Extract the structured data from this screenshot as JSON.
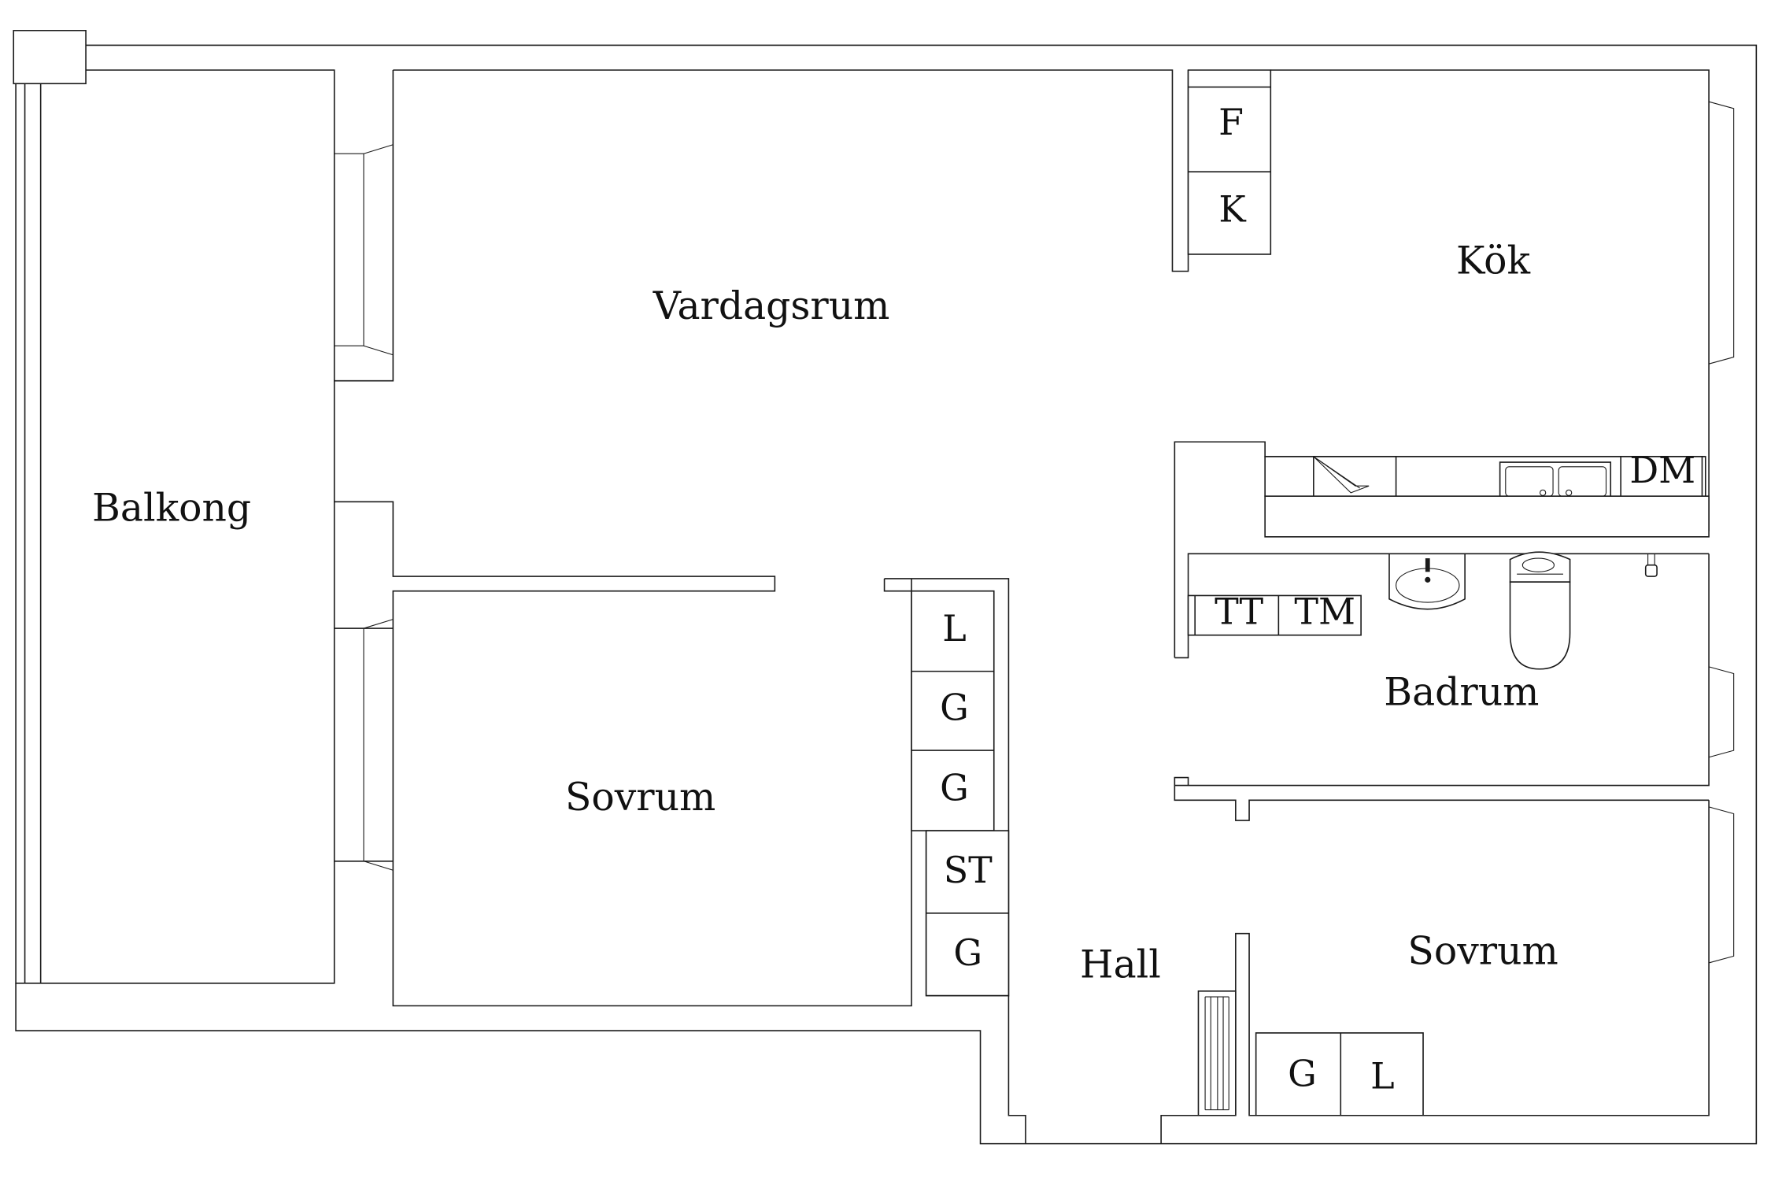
{
  "rooms": {
    "balkong": "Balkong",
    "vardagsrum": "Vardagsrum",
    "kok": "Kök",
    "badrum": "Badrum",
    "sovrum_left": "Sovrum",
    "sovrum_right": "Sovrum",
    "hall": "Hall"
  },
  "fixtures": {
    "kitchen_f": "F",
    "kitchen_k": "K",
    "kitchen_dm": "DM",
    "bath_tt": "TT",
    "bath_tm": "TM",
    "closet_l": "L",
    "closet_g1": "G",
    "closet_g2": "G",
    "closet_st": "ST",
    "closet_g3": "G",
    "bedroom_g": "G",
    "bedroom_l": "L"
  },
  "icons": {
    "kitchen_sink": "double-sink-icon",
    "stove": "stove-icon",
    "wash_basin": "wash-basin-icon",
    "toilet": "toilet-icon",
    "radiator": "radiator-icon"
  },
  "colors": {
    "line": "#1a1a1a",
    "background": "#ffffff"
  }
}
